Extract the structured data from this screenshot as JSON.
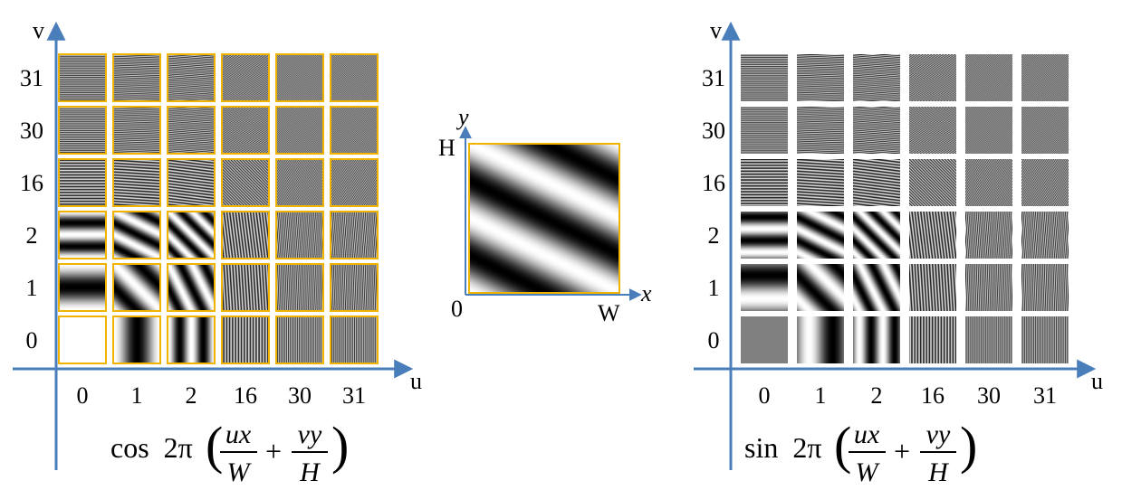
{
  "colors": {
    "axis": "#4a7ebb",
    "tile_border": "#f0b400",
    "formula_text": "#000000"
  },
  "cos_panel": {
    "axis_u_label": "u",
    "axis_v_label": "v",
    "u_ticks": [
      "0",
      "1",
      "2",
      "16",
      "30",
      "31"
    ],
    "v_ticks": [
      "31",
      "30",
      "16",
      "2",
      "1",
      "0"
    ],
    "u_values": [
      0,
      1,
      2,
      16,
      30,
      31
    ],
    "v_values": [
      31,
      30,
      16,
      2,
      1,
      0
    ],
    "function": "cos",
    "tile_borders": true,
    "formula": {
      "func": "cos",
      "factor": "2π",
      "num1": "ux",
      "den1": "W",
      "plus": "+",
      "num2": "vy",
      "den2": "H"
    }
  },
  "sin_panel": {
    "axis_u_label": "u",
    "axis_v_label": "v",
    "u_ticks": [
      "0",
      "1",
      "2",
      "16",
      "30",
      "31"
    ],
    "v_ticks": [
      "31",
      "30",
      "16",
      "2",
      "1",
      "0"
    ],
    "u_values": [
      0,
      1,
      2,
      16,
      30,
      31
    ],
    "v_values": [
      31,
      30,
      16,
      2,
      1,
      0
    ],
    "function": "sin",
    "tile_borders": false,
    "formula": {
      "func": "sin",
      "factor": "2π",
      "num1": "ux",
      "den1": "W",
      "plus": "+",
      "num2": "vy",
      "den2": "H"
    }
  },
  "center_panel": {
    "x_label": "x",
    "y_label": "y",
    "origin_label": "0",
    "width_label": "W",
    "height_label": "H",
    "example_u": 1,
    "example_v": 2,
    "function": "cos"
  }
}
